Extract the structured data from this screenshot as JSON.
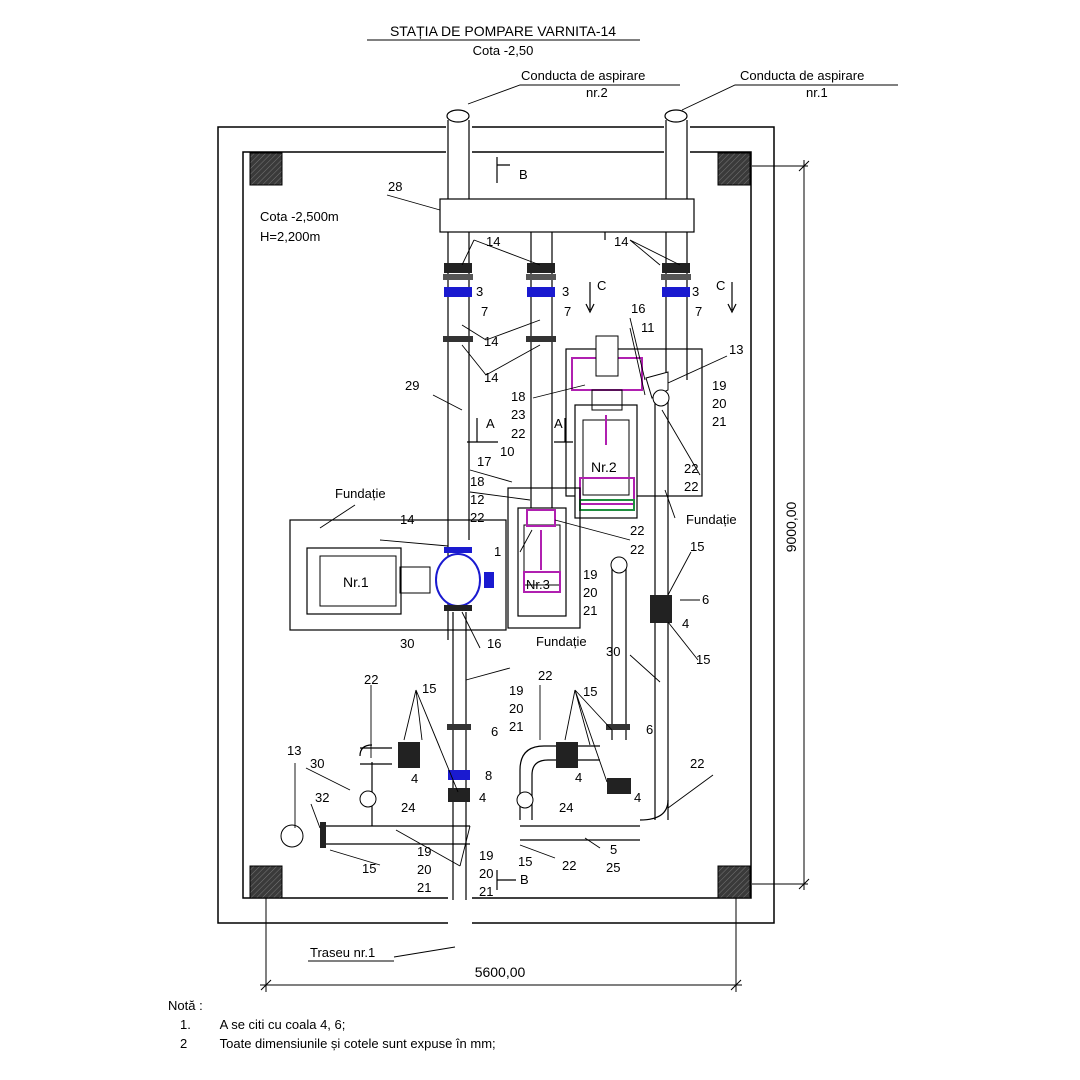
{
  "title": "STAȚIA DE POMPARE VARNITA-14",
  "subtitle": "Cota -2,50",
  "room_info": {
    "level": "Cota -2,500m",
    "height": "H=2,200m"
  },
  "pipes": {
    "suction_2": [
      "Conducta de aspirare",
      "nr.2"
    ],
    "suction_1": [
      "Conducta de aspirare",
      "nr.1"
    ],
    "route": "Traseu nr.1"
  },
  "pumps": {
    "p1": "Nr.1",
    "p2": "Nr.2",
    "p3": "Nr.3"
  },
  "foundation": "Fundație",
  "sections": {
    "a": "A",
    "b": "B",
    "c": "C"
  },
  "dimensions": {
    "width": "5600,00",
    "height": "9000,00"
  },
  "labels": {
    "l28": "28",
    "l29": "29",
    "l30": "30",
    "l14": "14",
    "l3": "3",
    "l7": "7",
    "l16": "16",
    "l11": "11",
    "l13": "13",
    "l19": "19",
    "l20": "20",
    "l21": "21",
    "l22": "22",
    "l18": "18",
    "l23": "23",
    "l17": "17",
    "l10": "10",
    "l12": "12",
    "l1": "1",
    "l15": "15",
    "l6": "6",
    "l4": "4",
    "l8": "8",
    "l24": "24",
    "l32": "32",
    "l5": "5",
    "l25": "25"
  },
  "notes": {
    "heading": "Notă :",
    "items": [
      {
        "num": "1.",
        "text": "A se citi cu coala 4, 6;"
      },
      {
        "num": "2",
        "text": "Toate dimensiunile și cotele sunt expuse în mm;"
      }
    ]
  },
  "colors": {
    "line": "#000000",
    "valve_blue": "#1a1ad0",
    "pump_magenta": "#b020b0",
    "pump_green": "#1f8f3f",
    "column_fill": "#333333"
  }
}
